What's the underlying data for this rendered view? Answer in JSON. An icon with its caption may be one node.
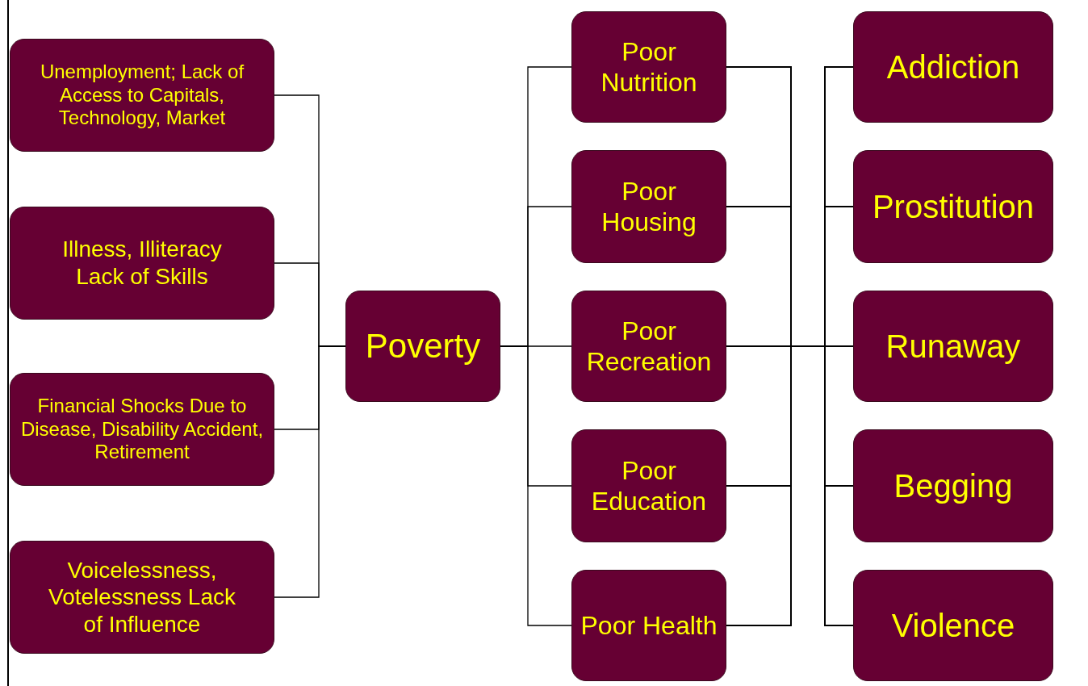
{
  "diagram": {
    "nodes": [
      {
        "text": [
          "Unemployment; Lack of Access to Capitals, Technology, Market"
        ]
      },
      {
        "text": [
          "Illness, Illiteracy Lack of Skills"
        ]
      },
      {
        "text": [
          "Financial Shocks Due to Disease, Disability Accident, Retirement"
        ]
      },
      {
        "text": [
          "Voicelessness, Votelessness Lack of Influence"
        ]
      },
      {
        "text": [
          "Poverty"
        ]
      },
      {
        "text": [
          "Poor Nutrition"
        ]
      },
      {
        "text": [
          "Poor Housing"
        ]
      },
      {
        "text": [
          "Poor Recreation"
        ]
      },
      {
        "text": [
          "Poor Education"
        ]
      },
      {
        "text": [
          "Poor Health"
        ]
      },
      {
        "text": [
          "Addiction"
        ]
      },
      {
        "text": [
          "Prostitution"
        ]
      },
      {
        "text": [
          "Runaway"
        ]
      },
      {
        "text": [
          "Begging"
        ]
      },
      {
        "text": [
          "Violence"
        ]
      }
    ],
    "edges": [
      {
        "from": 0,
        "to": 4,
        "arrow": "none"
      },
      {
        "from": 1,
        "to": 4,
        "arrow": "none"
      },
      {
        "from": 2,
        "to": 4,
        "arrow": "none"
      },
      {
        "from": 3,
        "to": 4,
        "arrow": "none"
      },
      {
        "from": 4,
        "to": 5,
        "arrow": "none"
      },
      {
        "from": 4,
        "to": 6,
        "arrow": "none"
      },
      {
        "from": 4,
        "to": 7,
        "arrow": "none"
      },
      {
        "from": 4,
        "to": 8,
        "arrow": "none"
      },
      {
        "from": 4,
        "to": 9,
        "arrow": "none"
      },
      {
        "from": 5,
        "to": 10,
        "arrow": "none"
      },
      {
        "from": 5,
        "to": 11,
        "arrow": "none"
      },
      {
        "from": 5,
        "to": 12,
        "arrow": "none"
      },
      {
        "from": 5,
        "to": 13,
        "arrow": "none"
      },
      {
        "from": 5,
        "to": 14,
        "arrow": "none"
      },
      {
        "from": 6,
        "to": 10,
        "arrow": "none"
      },
      {
        "from": 6,
        "to": 11,
        "arrow": "none"
      },
      {
        "from": 6,
        "to": 12,
        "arrow": "none"
      },
      {
        "from": 6,
        "to": 13,
        "arrow": "none"
      },
      {
        "from": 6,
        "to": 14,
        "arrow": "none"
      },
      {
        "from": 7,
        "to": 10,
        "arrow": "none"
      },
      {
        "from": 7,
        "to": 11,
        "arrow": "none"
      },
      {
        "from": 7,
        "to": 12,
        "arrow": "none"
      },
      {
        "from": 7,
        "to": 13,
        "arrow": "none"
      },
      {
        "from": 7,
        "to": 14,
        "arrow": "none"
      },
      {
        "from": 8,
        "to": 10,
        "arrow": "none"
      },
      {
        "from": 8,
        "to": 11,
        "arrow": "none"
      },
      {
        "from": 8,
        "to": 12,
        "arrow": "none"
      },
      {
        "from": 8,
        "to": 13,
        "arrow": "none"
      },
      {
        "from": 8,
        "to": 14,
        "arrow": "none"
      },
      {
        "from": 9,
        "to": 10,
        "arrow": "none"
      },
      {
        "from": 9,
        "to": 11,
        "arrow": "none"
      },
      {
        "from": 9,
        "to": 12,
        "arrow": "none"
      },
      {
        "from": 9,
        "to": 13,
        "arrow": "none"
      },
      {
        "from": 9,
        "to": 14,
        "arrow": "none"
      }
    ]
  }
}
